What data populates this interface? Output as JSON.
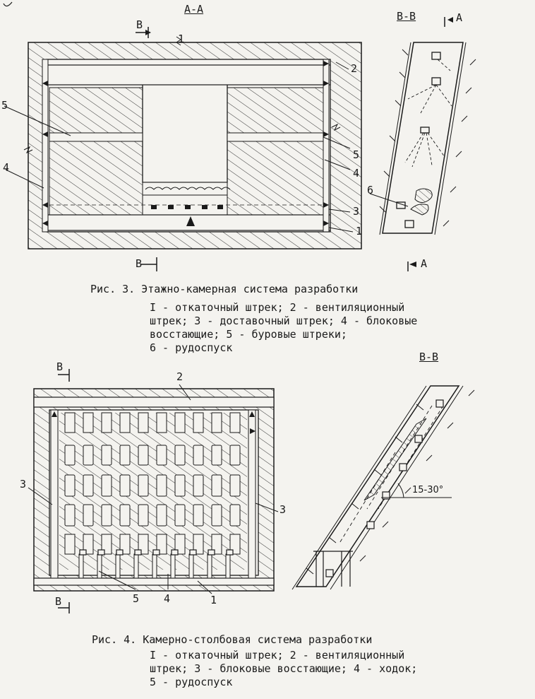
{
  "fig3": {
    "section_main": "А-А",
    "section_side": "В-В",
    "cut_b": "В",
    "cut_a": "А",
    "caption_title": "Рис. 3. Этажно-камерная система разработки",
    "legend_lines": [
      "I - откаточный штрек; 2 - вентиляционный",
      "штрек; 3 - доставочный штрек; 4 - блоковые",
      "восстающие; 5 - буровые штреки;",
      "6 - рудоспуск"
    ],
    "callouts": [
      "1",
      "2",
      "3",
      "4",
      "5",
      "5",
      "4",
      "6",
      "1"
    ]
  },
  "fig4": {
    "section_side": "В-В",
    "cut_b": "В",
    "angle": "15-30°",
    "caption_title": "Рис. 4. Камерно-столбовая система разработки",
    "legend_lines": [
      "I - откаточный штрек; 2 - вентиляционный",
      "штрек; 3 - блоковые восстающие; 4 - ходок;",
      "5 - рудоспуск"
    ],
    "callouts": [
      "2",
      "3",
      "3",
      "5",
      "4",
      "1"
    ]
  },
  "colors": {
    "ink": "#1a1a1a",
    "paper": "#f4f3ef"
  }
}
